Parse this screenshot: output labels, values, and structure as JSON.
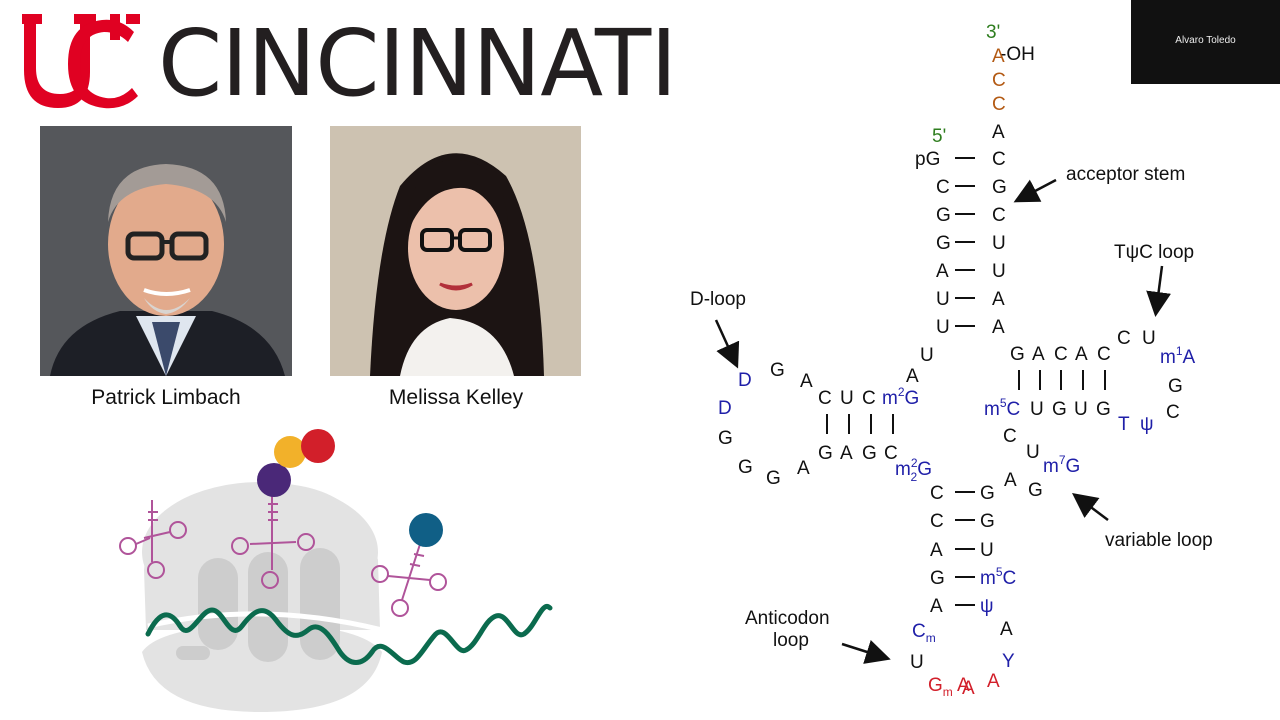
{
  "logo": {
    "wordmark": "CINCINNATI",
    "brand_color": "#e00122",
    "text_color": "#231f20"
  },
  "people": [
    {
      "name": "Patrick Limbach"
    },
    {
      "name": "Melissa Kelley"
    }
  ],
  "video_tile": {
    "participant_name": "Alvaro Toledo"
  },
  "colors": {
    "black": "#111111",
    "blue": "#1f1fa8",
    "red": "#d21f2a",
    "green": "#2e7d1e",
    "orange": "#b35a14",
    "pink": "#b0549a",
    "mrna": "#0b6b4e"
  },
  "trna": {
    "end_3": "3'",
    "end_5": "5'",
    "acc_oh": "-OH",
    "labels": {
      "acceptor_stem": "acceptor stem",
      "twc_loop": "TψC loop",
      "d_loop": "D-loop",
      "variable_loop": "variable loop",
      "anticodon_loop_line1": "Anticodon",
      "anticodon_loop_line2": "loop"
    }
  }
}
